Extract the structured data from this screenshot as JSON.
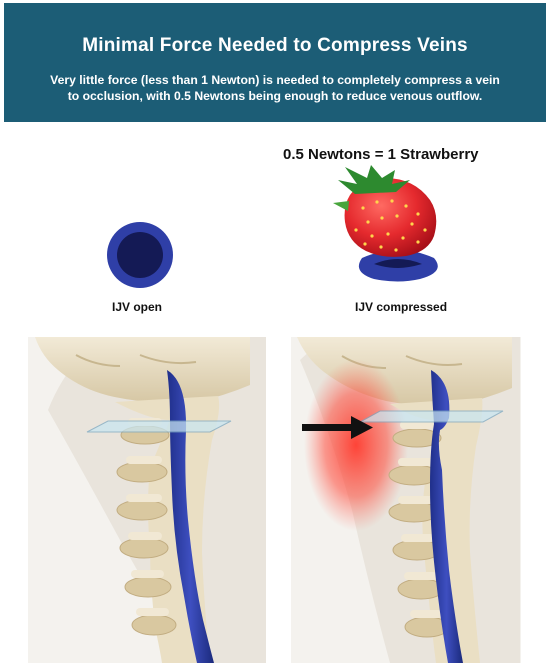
{
  "header": {
    "title": "Minimal Force Needed to Compress Veins",
    "subtitle": "Very little force (less than 1 Newton) is needed to completely compress a vein to occlusion, with 0.5 Newtons being enough to reduce venous outflow."
  },
  "equation": "0.5 Newtons = 1 Strawberry",
  "panels": {
    "open_label": "IJV open",
    "compressed_label": "IJV compressed"
  },
  "colors": {
    "header_bg": "#1c5d76",
    "vein_blue": "#2f3fa7",
    "vein_dark": "#141a55",
    "strawberry_red": "#e4282d",
    "pressure_glow": "#ff3b2f",
    "bone": "#e7dcc0"
  },
  "icons": {
    "arrow": "right-arrow-icon",
    "strawberry": "strawberry-icon"
  }
}
